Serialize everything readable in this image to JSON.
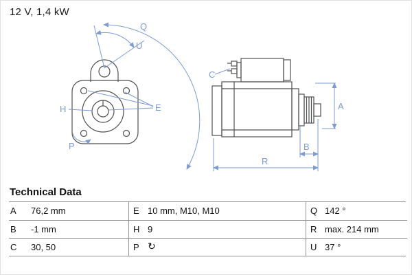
{
  "title": "12 V, 1,4 kW",
  "diagram": {
    "front_view_labels": {
      "q": "Q",
      "u": "U",
      "e": "E",
      "h": "H",
      "p": "P"
    },
    "side_view_labels": {
      "c": "C",
      "a": "A",
      "b": "B",
      "r": "R"
    }
  },
  "table": {
    "heading": "Technical Data",
    "rows": [
      {
        "c1k": "A",
        "c1v": "76,2 mm",
        "c2k": "E",
        "c2v": "10 mm, M10, M10",
        "c3k": "Q",
        "c3v": "142 °"
      },
      {
        "c1k": "B",
        "c1v": "-1 mm",
        "c2k": "H",
        "c2v": "9",
        "c3k": "R",
        "c3v": "max. 214 mm"
      },
      {
        "c1k": "C",
        "c1v": "30, 50",
        "c2k": "P",
        "c2v": "↻",
        "c3k": "U",
        "c3v": "37 °"
      }
    ]
  },
  "colors": {
    "dimension_blue": "#7b9bd2",
    "drawing_gray": "#4f4f4f"
  }
}
